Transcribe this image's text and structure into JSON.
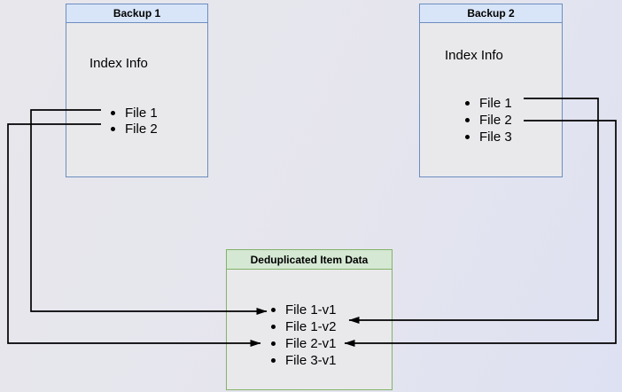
{
  "backup1": {
    "title": "Backup 1",
    "subtitle": "Index Info",
    "files": [
      "File 1",
      "File 2"
    ]
  },
  "backup2": {
    "title": "Backup 2",
    "subtitle": "Index Info",
    "files": [
      "File 1",
      "File 2",
      "File 3"
    ]
  },
  "dedup": {
    "title": "Deduplicated Item Data",
    "items": [
      "File 1-v1",
      "File 1-v2",
      "File 2-v1",
      "File 3-v1"
    ]
  },
  "connections": [
    {
      "from": "Backup 1 / File 1",
      "to": "File 1-v1",
      "side": "left"
    },
    {
      "from": "Backup 1 / File 2",
      "to": "File 2-v1",
      "side": "left"
    },
    {
      "from": "Backup 2 / File 1",
      "to": "File 1-v2",
      "side": "right"
    },
    {
      "from": "Backup 2 / File 2",
      "to": "File 2-v1",
      "side": "right"
    }
  ],
  "colors": {
    "backup_header_fill": "#d8e5f9",
    "backup_border": "#6c8ebf",
    "dedup_header_fill": "#d5e8d4",
    "dedup_border": "#82b366",
    "arrow": "#000000"
  }
}
